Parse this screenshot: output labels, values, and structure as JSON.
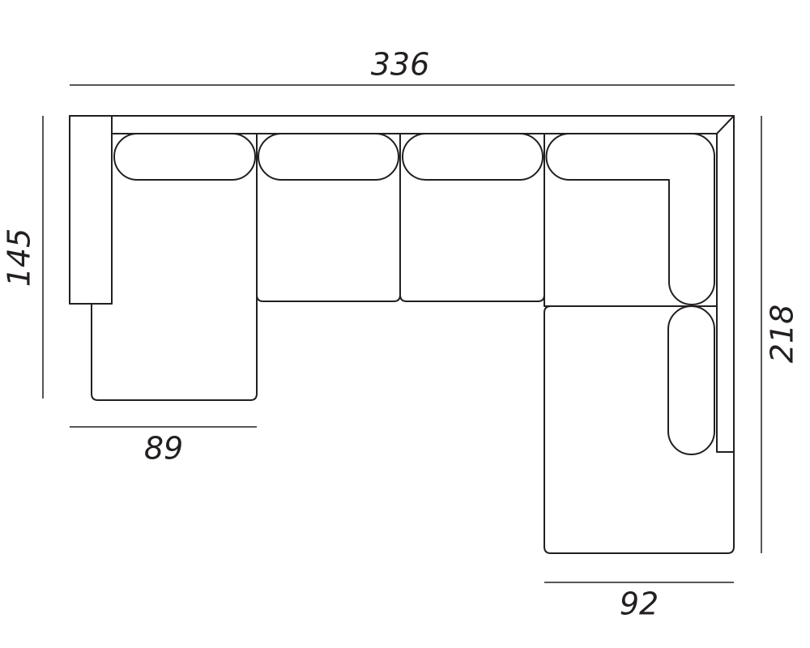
{
  "colors": {
    "stroke": "#231f20",
    "background": "#ffffff"
  },
  "dimensions": {
    "total_width": "336",
    "left_depth": "145",
    "right_depth": "218",
    "left_chaise_width": "89",
    "right_chaise_width": "92"
  }
}
